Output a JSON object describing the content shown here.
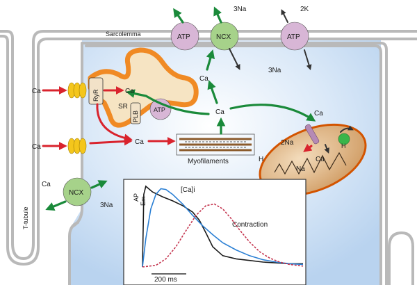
{
  "membrane": {
    "sarcolemma": "Sarcolemma",
    "t_tubule": "T-tubule"
  },
  "pumps": {
    "atp_top": "ATP",
    "ncx_top": "NCX",
    "atp_right": "ATP",
    "ncx_bottom": "NCX",
    "atp_sr": "ATP"
  },
  "ions": {
    "na3_top": "3Na",
    "k2": "2K",
    "na3_right": "3Na",
    "ca_ncx_top": "Ca",
    "ca_left_1": "Ca",
    "ca_left_2": "Ca",
    "ca_sr_release": "Ca",
    "ca_center": "Ca",
    "ca_myo": "Ca",
    "ca_mito": "Ca",
    "ca_mito_inner": "Ca",
    "na2_mito": "2Na",
    "na_mito": "Na",
    "h_mito": "H",
    "h_mito_left": "H",
    "ca_ncx_bottom": "Ca",
    "na3_bottom": "3Na"
  },
  "structures": {
    "ryr": "RyR",
    "sr": "SR",
    "plb": "PLB",
    "myofilaments": "Myofilaments"
  },
  "graph": {
    "ap_label": "AP",
    "em_label": "Em",
    "cai_label": "[Ca]i",
    "contraction_label": "Contraction",
    "scale_label": "200 ms"
  },
  "colors": {
    "green_arrow": "#1a8a3a",
    "red_arrow": "#d9232d",
    "cytoplasm": "#cfe2f6",
    "sr_orange": "#f08a24",
    "atp_pink": "#d8b6d6",
    "ncx_green": "#a6d28a",
    "mito_tan": "#d9a770",
    "cai_curve": "#2a7fd4",
    "contraction_curve": "#c4344e"
  },
  "chart_data": {
    "type": "line",
    "title": "",
    "xlabel": "",
    "ylabel": "",
    "series": [
      {
        "name": "AP",
        "x": [
          0,
          4,
          10,
          30,
          60,
          90,
          120,
          150,
          170,
          190,
          210,
          240,
          280,
          320,
          360,
          400,
          440,
          480
        ],
        "y": [
          0.0,
          0.9,
          1.0,
          0.93,
          0.87,
          0.82,
          0.76,
          0.68,
          0.58,
          0.42,
          0.25,
          0.14,
          0.1,
          0.08,
          0.06,
          0.05,
          0.04,
          0.04
        ]
      },
      {
        "name": "[Ca]i",
        "x": [
          0,
          10,
          25,
          40,
          55,
          70,
          90,
          120,
          150,
          180,
          210,
          240,
          280,
          320,
          360,
          400,
          440,
          480
        ],
        "y": [
          0.0,
          0.35,
          0.72,
          0.9,
          0.97,
          0.96,
          0.9,
          0.78,
          0.64,
          0.51,
          0.4,
          0.3,
          0.21,
          0.14,
          0.09,
          0.06,
          0.04,
          0.03
        ]
      },
      {
        "name": "Contraction",
        "x": [
          0,
          40,
          70,
          100,
          130,
          160,
          190,
          215,
          240,
          265,
          290,
          320,
          350,
          380,
          410,
          440,
          480
        ],
        "y": [
          0.0,
          0.02,
          0.1,
          0.25,
          0.45,
          0.64,
          0.76,
          0.78,
          0.72,
          0.6,
          0.46,
          0.31,
          0.19,
          0.11,
          0.06,
          0.03,
          0.01
        ]
      }
    ],
    "scale_bar": "200 ms"
  }
}
